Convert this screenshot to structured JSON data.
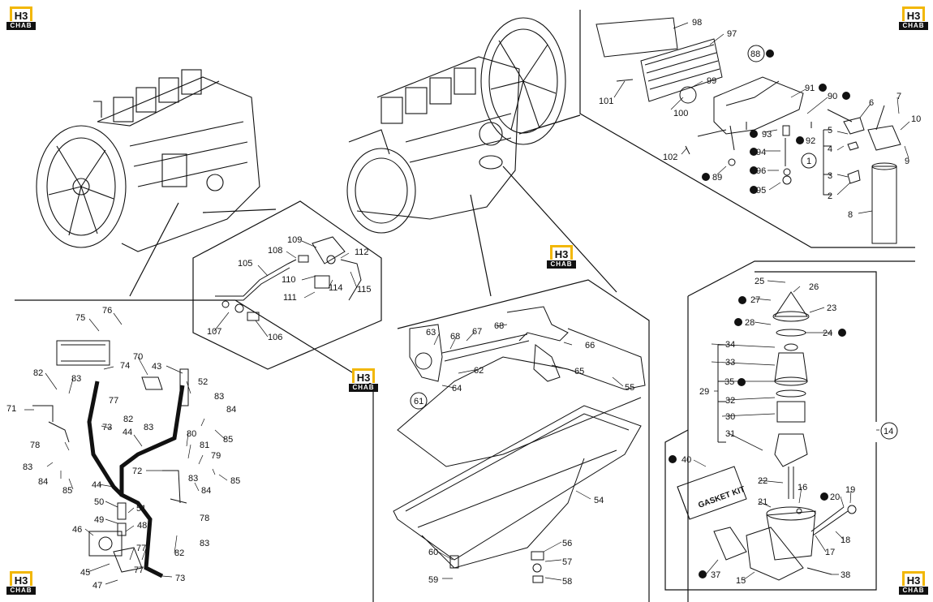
{
  "brand": {
    "logo_top": "H3",
    "logo_bottom": "CHAB"
  },
  "callouts": {
    "p98": "98",
    "p97": "97",
    "p88": "88",
    "p99": "99",
    "p101": "101",
    "p100": "100",
    "p91": "91",
    "p90": "90",
    "p7": "7",
    "p6": "6",
    "p10": "10",
    "p5": "5",
    "p4": "4",
    "p9": "9",
    "p1": "1",
    "p3": "3",
    "p2": "2",
    "p8": "8",
    "p93": "93",
    "p92": "92",
    "p94": "94",
    "p96": "96",
    "p95": "95",
    "p89": "89",
    "p102": "102",
    "p109": "109",
    "p112": "112",
    "p108": "108",
    "p105": "105",
    "p110": "110",
    "p114": "114",
    "p115": "115",
    "p111": "111",
    "p107": "107",
    "p106": "106",
    "p76": "76",
    "p75": "75",
    "p74": "74",
    "p70": "70",
    "p43": "43",
    "p82": "82",
    "p83": "83",
    "p77": "77",
    "p52": "52",
    "p71": "71",
    "p73": "73",
    "p84": "84",
    "p85": "85",
    "p78": "78",
    "p44": "44",
    "p80": "80",
    "p81": "81",
    "p79": "79",
    "p72": "72",
    "p50": "50",
    "p51": "51",
    "p49": "49",
    "p48": "48",
    "p46": "46",
    "p45": "45",
    "p47": "47",
    "p63": "63",
    "p68": "68",
    "p67": "67",
    "p66": "66",
    "p62": "62",
    "p65": "65",
    "p55": "55",
    "p64": "64",
    "p61": "61",
    "p54": "54",
    "p60": "60",
    "p56": "56",
    "p57": "57",
    "p59": "59",
    "p58": "58",
    "p25": "25",
    "p26": "26",
    "p27": "27",
    "p23": "23",
    "p28": "28",
    "p24": "24",
    "p34": "34",
    "p33": "33",
    "p35": "35",
    "p29": "29",
    "p32": "32",
    "p30": "30",
    "p31": "31",
    "p14": "14",
    "p40": "40",
    "p22": "22",
    "p16": "16",
    "p20": "20",
    "p19": "19",
    "p21": "21",
    "p18": "18",
    "p17": "17",
    "p37": "37",
    "p15": "15",
    "p38": "38"
  },
  "kit": {
    "text": "GASKET KIT"
  }
}
